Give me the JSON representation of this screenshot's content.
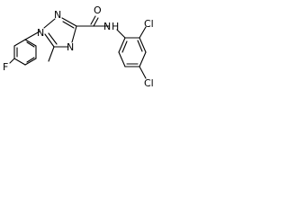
{
  "labels": {
    "f": "F",
    "n1": "N",
    "n2": "N",
    "n4": "N",
    "o": "O",
    "nh": "N",
    "h": "H",
    "cl_top": "Cl",
    "cl_right": "Cl"
  }
}
